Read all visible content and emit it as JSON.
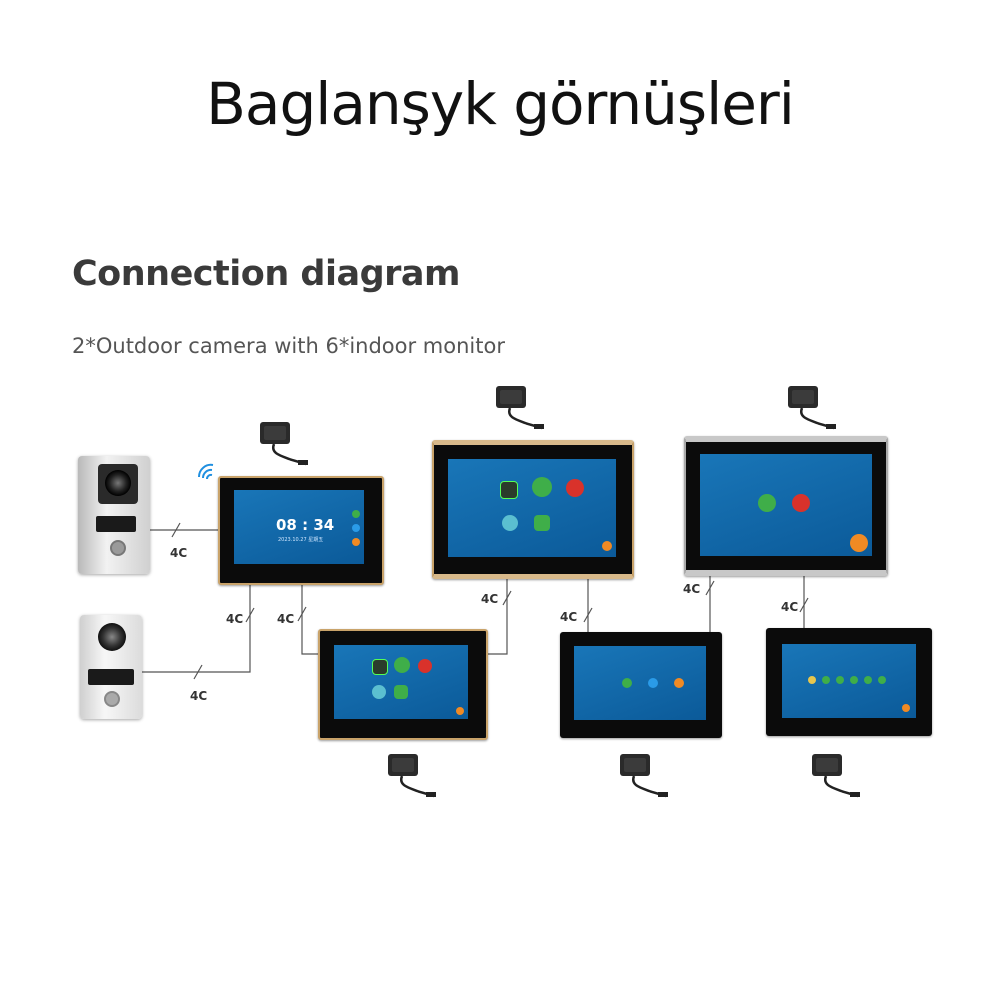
{
  "header": {
    "title": "Baglanşyk görnüşleri"
  },
  "diagram": {
    "title": "Connection diagram",
    "subtitle": "2*Outdoor camera with 6*indoor monitor",
    "wire_label": "4C",
    "clock_time": "08 : 34",
    "clock_date": "2023.10.27  星期五"
  },
  "colors": {
    "screen": "#1976b8",
    "bezel": "#0b0b0b",
    "gold_trim": "#c9a36a",
    "silver_trim": "#c8c8c8",
    "wire": "#555555",
    "answer_green": "#3fae49",
    "hangup_red": "#d9322b"
  },
  "icons": [
    "wifi-icon",
    "power-adapter-icon",
    "call-answer-icon",
    "call-hangup-icon",
    "back-icon"
  ]
}
